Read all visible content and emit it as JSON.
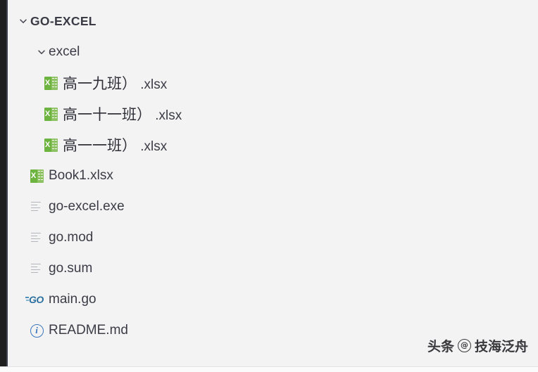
{
  "theme": {
    "panel_bg": "#f3f3f4",
    "strip_bg": "#1f1f20",
    "text_color": "#3c3c46",
    "excel_green": "#6cb33f",
    "go_blue": "#2a6f9e",
    "info_blue": "#3b77bd"
  },
  "explorer": {
    "root": {
      "label": "GO-EXCEL",
      "expanded": true,
      "twisty_icon": "chevron-down-icon"
    },
    "folders": [
      {
        "label": "excel",
        "expanded": true,
        "twisty_icon": "chevron-down-icon"
      }
    ],
    "nested_files": [
      {
        "name": "高一九班）.xlsx",
        "base": "高一九班）",
        "ext": " .xlsx",
        "icon": "excel-file-icon"
      },
      {
        "name": "高一十一班）.xlsx",
        "base": "高一十一班）",
        "ext": " .xlsx",
        "icon": "excel-file-icon"
      },
      {
        "name": "高一一班）.xlsx",
        "base": "高一一班）",
        "ext": " .xlsx",
        "icon": "excel-file-icon"
      }
    ],
    "root_files": [
      {
        "name": "Book1.xlsx",
        "icon": "excel-file-icon"
      },
      {
        "name": "go-excel.exe",
        "icon": "plain-file-icon"
      },
      {
        "name": "go.mod",
        "icon": "plain-file-icon"
      },
      {
        "name": "go.sum",
        "icon": "plain-file-icon"
      },
      {
        "name": "main.go",
        "icon": "go-file-icon"
      },
      {
        "name": "README.md",
        "icon": "info-file-icon"
      }
    ]
  },
  "watermark": {
    "prefix": "头条",
    "at": "@",
    "handle": "技海泛舟"
  }
}
